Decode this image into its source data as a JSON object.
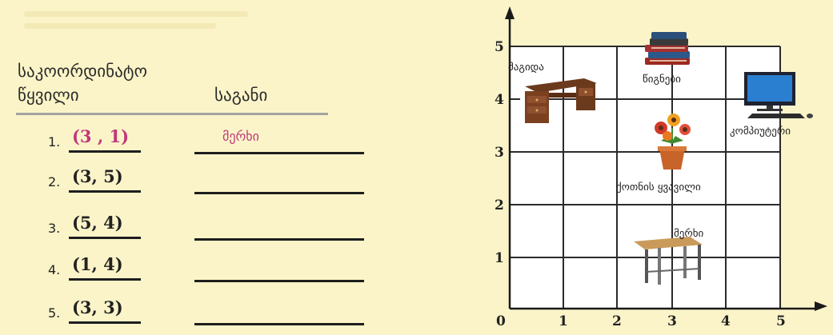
{
  "table": {
    "header_coord": "საკოორდინატო წყვილი",
    "header_item": "საგანი",
    "rows": [
      {
        "num": "1.",
        "coord": "(3 , 1)",
        "answer": "მერხი"
      },
      {
        "num": "2.",
        "coord": "(3, 5)",
        "answer": ""
      },
      {
        "num": "3.",
        "coord": "(5, 4)",
        "answer": ""
      },
      {
        "num": "4.",
        "coord": "(1, 4)",
        "answer": ""
      },
      {
        "num": "5.",
        "coord": "(3, 3)",
        "answer": ""
      }
    ]
  },
  "grid": {
    "x_ticks": [
      "0",
      "1",
      "2",
      "3",
      "4",
      "5"
    ],
    "y_ticks": [
      "1",
      "2",
      "3",
      "4",
      "5"
    ],
    "objects": [
      {
        "label": "მაგიდა",
        "x": 1,
        "y": 4,
        "icon": "desk-icon"
      },
      {
        "label": "წიგნები",
        "x": 3,
        "y": 5,
        "icon": "books-icon"
      },
      {
        "label": "კომპიუტერი",
        "x": 5,
        "y": 4,
        "icon": "computer-icon"
      },
      {
        "label": "ქოთნის ყვავილი",
        "x": 3,
        "y": 3,
        "icon": "flower-pot-icon"
      },
      {
        "label": "მერხი",
        "x": 3,
        "y": 1,
        "icon": "school-desk-icon"
      }
    ]
  },
  "colors": {
    "background": "#fbf4c8",
    "accent": "#c0397b",
    "grid": "#2b2b2b"
  }
}
